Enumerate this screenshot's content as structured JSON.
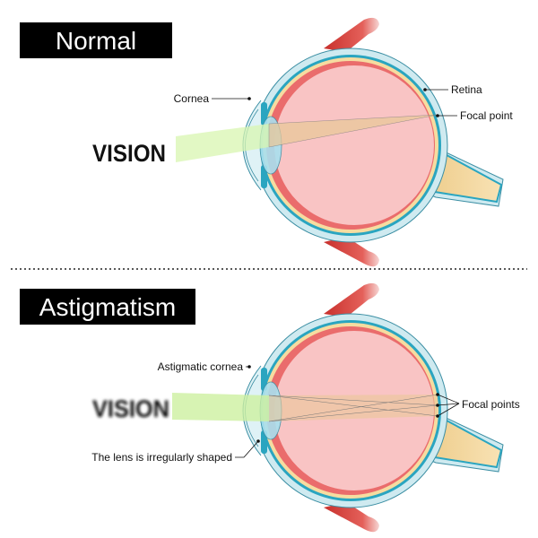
{
  "normal": {
    "title": "Normal",
    "vision_label": "VISION",
    "labels": {
      "cornea": "Cornea",
      "retina": "Retina",
      "focal_point": "Focal point"
    }
  },
  "astigmatism": {
    "title": "Astigmatism",
    "vision_label": "VISION",
    "labels": {
      "cornea": "Astigmatic cornea",
      "focal_points": "Focal points",
      "lens": "The lens is irregularly shaped"
    }
  },
  "colors": {
    "sclera": "#cfeaf0",
    "choroid": "#2aa5c0",
    "retina": "#f6dca0",
    "vitreous": "#f9c4c4",
    "lens": "#a9e0ef",
    "muscle": "#d9403a",
    "beam": "#d8f5b0",
    "cone": "#e9c89a"
  }
}
